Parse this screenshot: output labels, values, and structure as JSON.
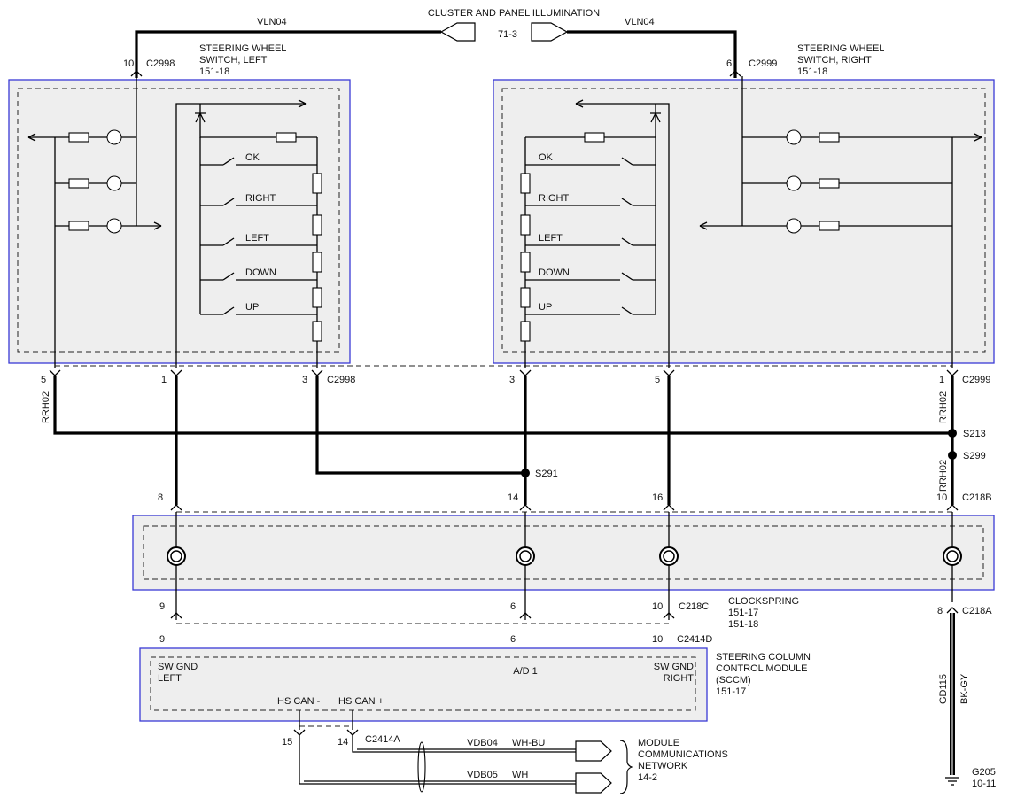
{
  "top": {
    "title": "CLUSTER AND PANEL ILLUMINATION",
    "connector": "71-3",
    "wire_left": "VLN04",
    "wire_right": "VLN04"
  },
  "switch_left": {
    "title1": "STEERING WHEEL",
    "title2": "SWITCH, LEFT",
    "ref": "151-18",
    "pin_top": "10",
    "conn_top": "C2998",
    "buttons": [
      "OK",
      "RIGHT",
      "LEFT",
      "DOWN",
      "UP"
    ],
    "pins_bottom": [
      "5",
      "1",
      "3"
    ],
    "conn_bottom": "C2998"
  },
  "switch_right": {
    "title1": "STEERING WHEEL",
    "title2": "SWITCH, RIGHT",
    "ref": "151-18",
    "pin_top": "6",
    "conn_top": "C2999",
    "buttons": [
      "OK",
      "RIGHT",
      "LEFT",
      "DOWN",
      "UP"
    ],
    "pins_bottom": [
      "3",
      "5",
      "1"
    ],
    "conn_bottom": "C2999"
  },
  "wires": {
    "rrh_left": "RRH02",
    "rrh_right1": "RRH02",
    "rrh_right2": "RRH02",
    "gd": "GD115",
    "bkgy": "BK-GY",
    "vdb04": "VDB04",
    "wh_bu": "WH-BU",
    "vdb05": "VDB05",
    "wh": "WH"
  },
  "splices": {
    "s213": "S213",
    "s299": "S299",
    "s291": "S291"
  },
  "clockspring": {
    "label": "CLOCKSPRING",
    "ref1": "151-17",
    "ref2": "151-18",
    "top_pins": [
      "8",
      "14",
      "16",
      "10"
    ],
    "top_conn": "C218B",
    "bottom_pins": [
      "9",
      "6",
      "10"
    ],
    "bottom_conn": "C218C",
    "right_pin": "8",
    "right_conn": "C218A"
  },
  "sccm": {
    "title1": "STEERING COLUMN",
    "title2": "CONTROL MODULE",
    "title3": "(SCCM)",
    "ref": "151-17",
    "pins": [
      "9",
      "6",
      "10"
    ],
    "conn": "C2414D",
    "sw_gnd_left1": "SW GND",
    "sw_gnd_left2": "LEFT",
    "ad1": "A/D 1",
    "sw_gnd_right1": "SW GND",
    "sw_gnd_right2": "RIGHT",
    "hs_can_minus": "HS CAN -",
    "hs_can_plus": "HS CAN +"
  },
  "network": {
    "pin15": "15",
    "pin14": "14",
    "conn": "C2414A",
    "label1": "MODULE",
    "label2": "COMMUNICATIONS",
    "label3": "NETWORK",
    "ref": "14-2"
  },
  "ground": {
    "label": "G205",
    "ref": "10-11"
  }
}
